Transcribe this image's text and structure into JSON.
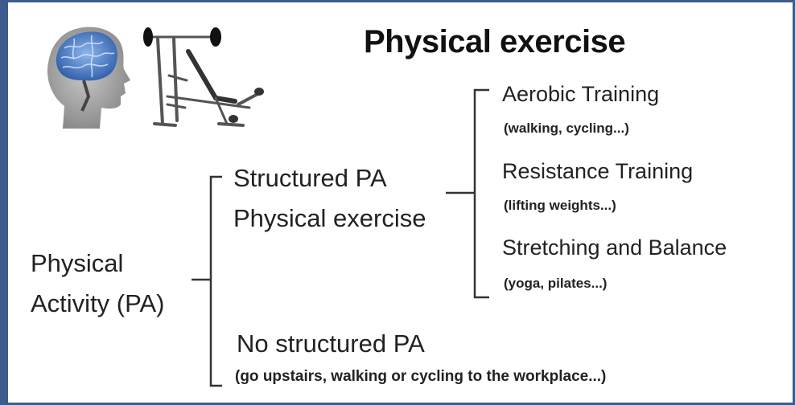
{
  "title": "Physical exercise",
  "root": {
    "line1": "Physical",
    "line2": "Activity (PA)"
  },
  "structured": {
    "line1": "Structured PA",
    "line2": "Physical exercise",
    "types": [
      {
        "label": "Aerobic Training",
        "examples": "(walking, cycling...)"
      },
      {
        "label": "Resistance Training",
        "examples": "(lifting weights...)"
      },
      {
        "label": "Stretching and Balance",
        "examples": "(yoga, pilates...)"
      }
    ]
  },
  "non_structured": {
    "label": "No structured PA",
    "examples": "(go upstairs, walking or cycling to the workplace...)"
  },
  "icons": [
    "brain-head-icon",
    "weight-bench-icon"
  ],
  "colors": {
    "frame": "#3b5c8c",
    "brain": "#4a78c2",
    "head": "#9a9a9a",
    "lines": "#333333"
  }
}
